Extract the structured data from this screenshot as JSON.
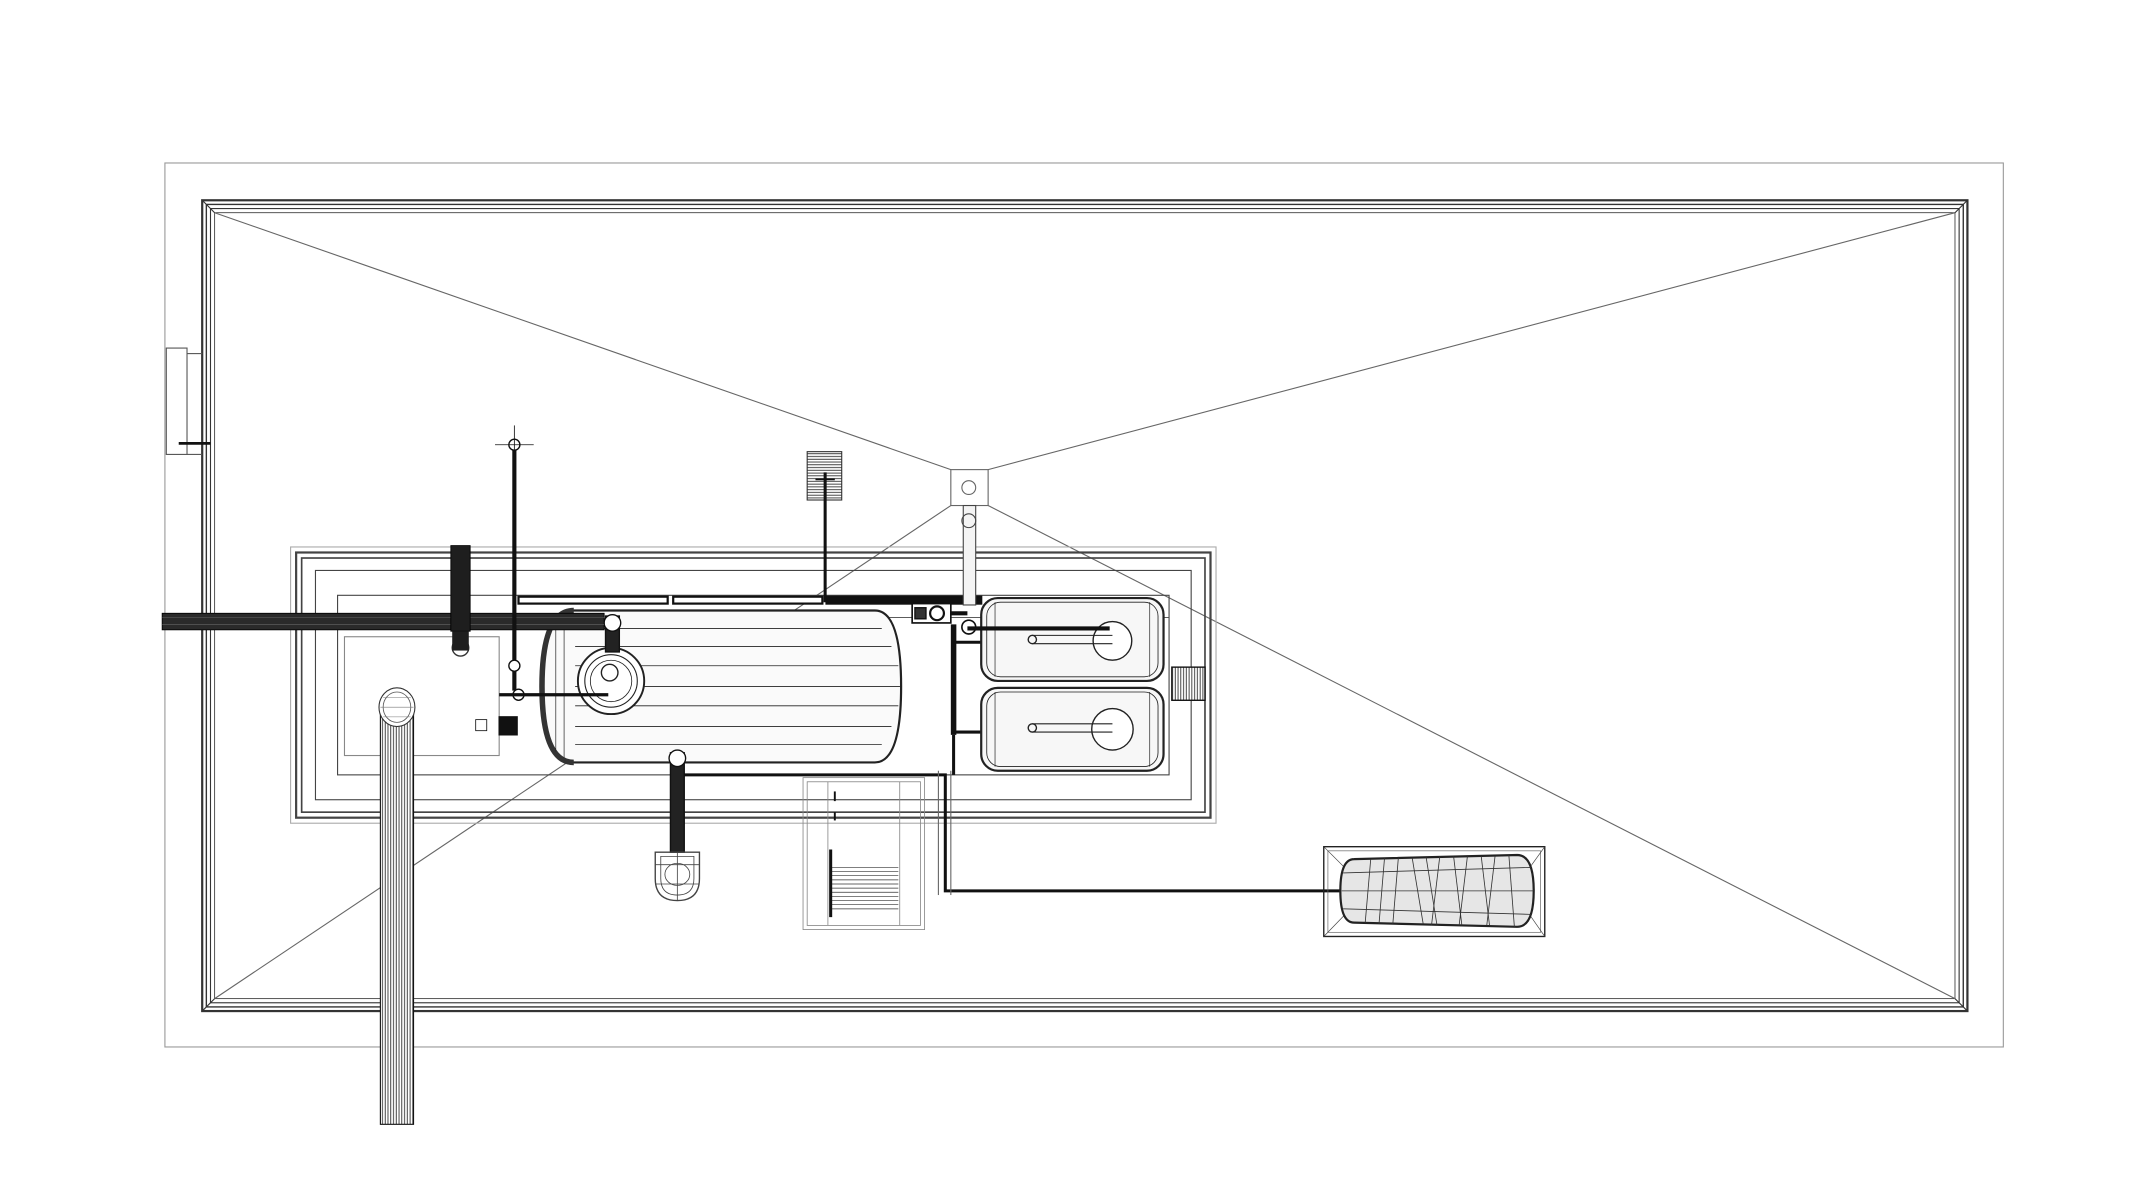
{
  "drawing": {
    "kind": "cad-plan-view",
    "background_color": "#ffffff",
    "line_color": "#1a1a1a",
    "components": [
      "outer-boundary",
      "inner-wall",
      "roof-diagonals",
      "equipment-skid",
      "horizontal-vessel",
      "tank-top",
      "tank-bottom",
      "inlet-pipe",
      "vertical-drop-pipe",
      "elbow-fitting",
      "stair",
      "separator-unit",
      "junction-box",
      "valve",
      "pipe-run"
    ]
  }
}
